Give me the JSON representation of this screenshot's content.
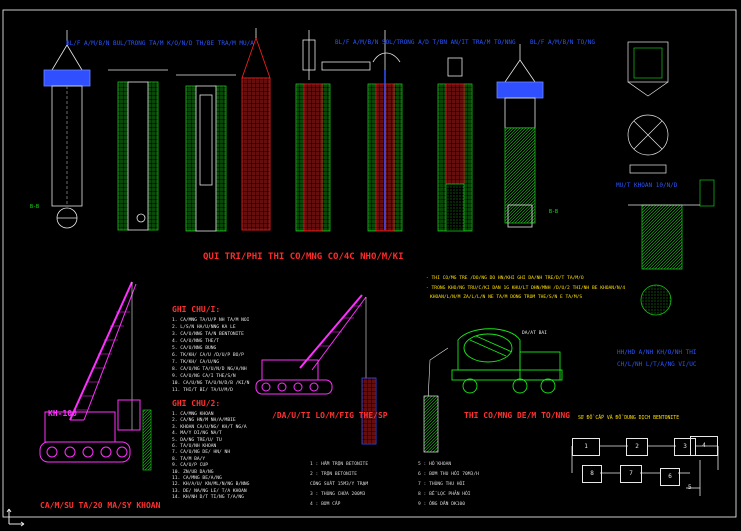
{
  "drawing": {
    "section_title_pile": "QUI TRI/PHI THI CO/MNG CO/4C NHO/M/KI",
    "crane_label": "KH-100",
    "crane_caption": "CA/M/SU TA/20 MA/SY KHOAN",
    "cage_caption": "/DA/U/TI LO/M/FIG THE/SP",
    "mixer_caption": "THI CO/MNG DE/M TO/NNG",
    "right_detail_label": "MU/T KHOAN 10/N/D",
    "section_left_label": "B-B",
    "section_right_label": "B-B",
    "blue_right_note_1": "HH/HD A/NH KH/O/NH THI",
    "blue_right_note_2": "CH/L/NH L/T/A/NG VI/UC",
    "yellow_note_1": "- THI CO/MG TRE /DO/NG DO HN/KHI GHI DA/NH TRE/D/T TA/M/O",
    "yellow_note_2": "- TRONG KHO/NG TRU/C/KI DAN 1G KHU/LT DHN/MNH /D/U/2 THI/NH BE KHOAN/N/4",
    "yellow_note_3": "KHOAN/L/N/M ZA/L/L/N NE TA/M DONG TROM THE/S/N E TA/M/S",
    "mixer_small_label": "DA/AT BAI",
    "flowchart_title": "SƠ ĐỒ CẤP VÀ ĐỔ DUNG DỊCH BENTONITE"
  },
  "notes_1": {
    "heading": "GHI CHU/I:",
    "items": [
      "1. CA/MNG TA/U/P NH TA/M NOI",
      "2. L/S/N HA/U/NNG KA LE",
      "3. CA/U/NNG TA/N BENTONITE",
      "4. CA/U/NNG THE/T",
      "5. CA/U/NNG BUNG",
      "6. TK/KH/ CA/U /D/U/P BO/P",
      "7. TK/KH/ CA/U/NG",
      "8. CA/U/NG TA/U/N/D NG/A/NH",
      "9. CA/U/NG CA/I THE/S/N",
      "10. CA/U/NG TA/U/N/D/B /KI/N",
      "11. THI/T BI/ TA/U/M/D"
    ]
  },
  "notes_2": {
    "heading": "GHI CHU/2:",
    "items": [
      "1. CA/MNG KHOAN",
      "2. CA/NG HN/M NH/A/MBIE",
      "3. KHOAN CA/U/NG/ KH/T NG/A",
      "4. MA/Y DI/NG NA/T",
      "5. DA/NG TRE/U/ TU",
      "6. TA/U/NH KHOAN",
      "7. CA/U/NG DE/ HN/ NH",
      "8. TA/M BA/Y",
      "9. CA/U/P CUP",
      "10. ZN/UB DA/NG",
      "11. CA/MNG BE/A/NG",
      "12. KH/A/U/ KN/ML/N/NG B/NNG",
      "13. DE/ NA/NG LE/ T/A KHOAN",
      "14. KH/NH D/T TI/NG T/A/NG"
    ]
  },
  "legend": {
    "left": [
      "1 : HẦM TRỘN BETONITE",
      "2 : TRỘN BETONITE",
      "    CÔNG SUẤT 15M3/Y TRẠM",
      "3 : THÙNG CHỨA 200M3",
      "4 : BƠM CẤP"
    ],
    "right": [
      "5 : HỐ KHOAN",
      "6 : BƠM THU HỒI 70M3/H",
      "7 : THÙNG THU HỒI",
      "8 : BỂ LỌC PHẢN HỒI",
      "9 : ỐNG DẪN DK100"
    ]
  },
  "flowchart": {
    "boxes": [
      "1",
      "2",
      "3",
      "4",
      "8",
      "7",
      "6"
    ],
    "outlet": "5"
  },
  "pile_headers": [
    "BL/F A/M/B/N BUL/TRONG TA/M K/O/N/D TH/BE TRA/M MU/A",
    "BL/F A/M/B/N SOL/TRONG A/D T/BN AN/IT TRA/M TO/NNG",
    "BL/F A/M/B/N TO/NG"
  ],
  "colors": {
    "background": "#000000",
    "title": "#ff2a2a",
    "crane": "#ff30ff",
    "hatch_green": "#19c519",
    "rebar_red": "#ff2020",
    "annotation_blue": "#2a55ff",
    "note_yellow": "#ffe000"
  }
}
